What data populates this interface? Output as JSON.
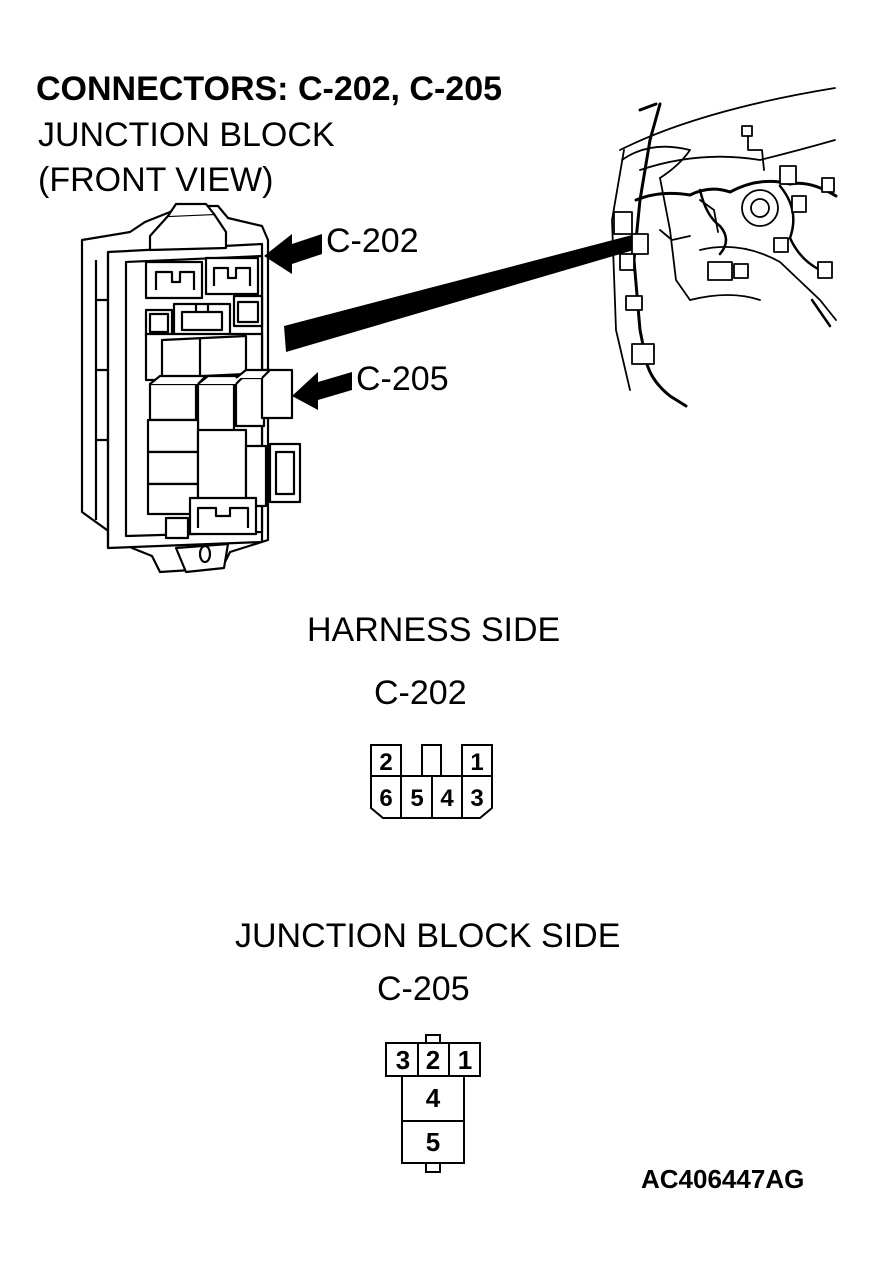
{
  "header": {
    "title": "CONNECTORS: C-202, C-205",
    "subtitle_line1": "JUNCTION BLOCK",
    "subtitle_line2": "(FRONT VIEW)"
  },
  "callouts": {
    "c202": "C-202",
    "c205": "C-205"
  },
  "harness_side": {
    "heading": "HARNESS SIDE",
    "connector": "C-202",
    "pins_top": [
      "2",
      "",
      "1"
    ],
    "pins_bottom": [
      "6",
      "5",
      "4",
      "3"
    ]
  },
  "junction_block_side": {
    "heading": "JUNCTION BLOCK SIDE",
    "connector": "C-205",
    "pins_top": [
      "3",
      "2",
      "1"
    ],
    "pin_middle": "4",
    "pin_bottom": "5"
  },
  "figure_code": "AC406447AG"
}
